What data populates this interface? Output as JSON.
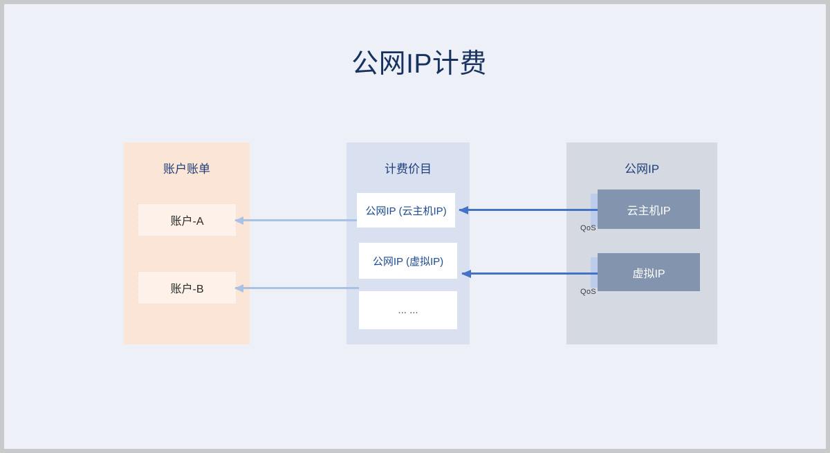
{
  "page": {
    "title": "公网IP计费",
    "background_color": "#EDF1F7",
    "frame_color": "#C7C9CB",
    "title_color": "#17325F"
  },
  "panels": {
    "accounts": {
      "title": "账户账单",
      "fill_color": "#FBE5D6",
      "items": [
        {
          "label": "账户-A"
        },
        {
          "label": "账户-B"
        }
      ]
    },
    "pricing": {
      "title": "计费价目",
      "fill_color": "#D9E0EF",
      "items": [
        {
          "label": "公网IP (云主机IP)"
        },
        {
          "label": "公网IP (虚拟IP)"
        },
        {
          "label": "... ..."
        }
      ]
    },
    "publicip": {
      "title": "公网IP",
      "fill_color": "#D4D9E2",
      "box_color": "#8395AE",
      "tab_color": "#BCCCEA",
      "items": [
        {
          "label": "云主机IP",
          "qos": "QoS"
        },
        {
          "label": "虚拟IP",
          "qos": "QoS"
        }
      ]
    }
  },
  "arrows": {
    "light_color": "#A9C2E3",
    "dark_color": "#4472C4",
    "connections": [
      {
        "name": "pricing-to-account-a",
        "style": "light"
      },
      {
        "name": "pricing-to-account-b",
        "style": "light"
      },
      {
        "name": "cloudhost-ip-to-pricing",
        "style": "dark"
      },
      {
        "name": "virtual-ip-to-pricing",
        "style": "dark"
      }
    ]
  }
}
